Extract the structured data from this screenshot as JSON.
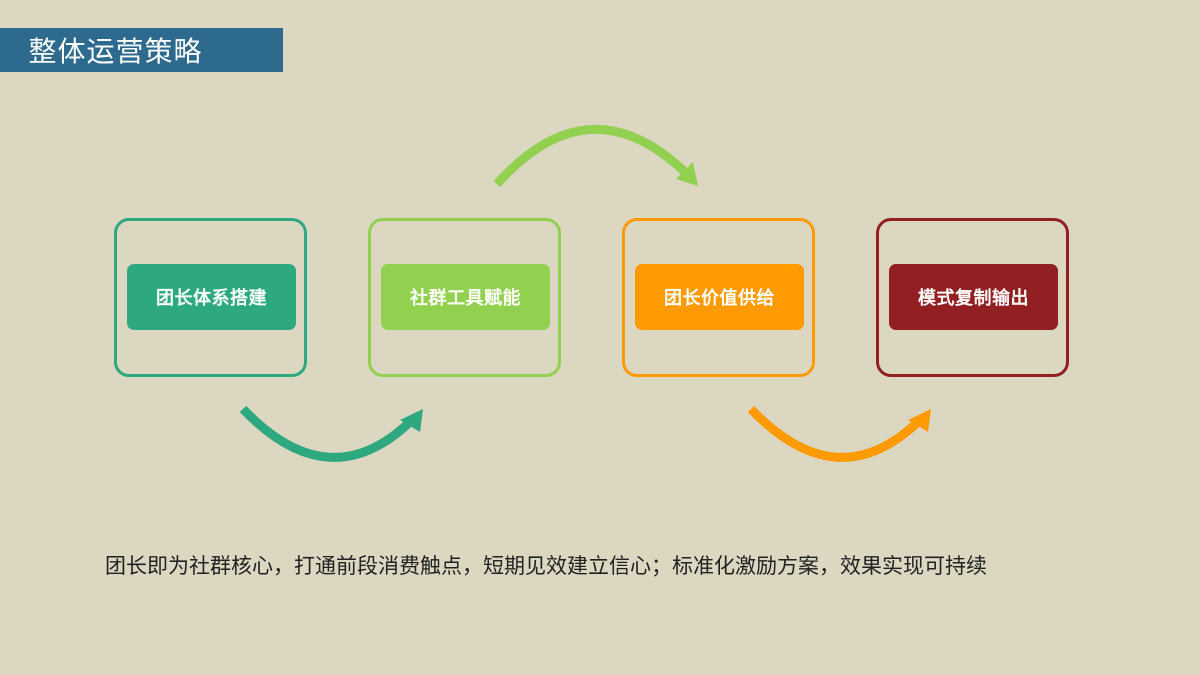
{
  "title": "整体运营策略",
  "colors": {
    "background": "#dbd7c1",
    "banner": "#2e6a8e",
    "step1": "#2ea87f",
    "step2": "#92d050",
    "step3": "#ff9a00",
    "step4": "#921f22"
  },
  "steps": [
    {
      "label": "团长体系搭建",
      "color": "#2ea87f"
    },
    {
      "label": "社群工具赋能",
      "color": "#92d050"
    },
    {
      "label": "团长价值供给",
      "color": "#ff9a00"
    },
    {
      "label": "模式复制输出",
      "color": "#921f22"
    }
  ],
  "arrows": [
    {
      "from": "step-1",
      "to": "step-2",
      "position": "below",
      "color": "#2ea87f"
    },
    {
      "from": "step-2",
      "to": "step-3",
      "position": "above",
      "color": "#92d050"
    },
    {
      "from": "step-3",
      "to": "step-4",
      "position": "below",
      "color": "#ff9a00"
    }
  ],
  "caption": "团长即为社群核心，打通前段消费触点，短期见效建立信心；标准化激励方案，效果实现可持续"
}
